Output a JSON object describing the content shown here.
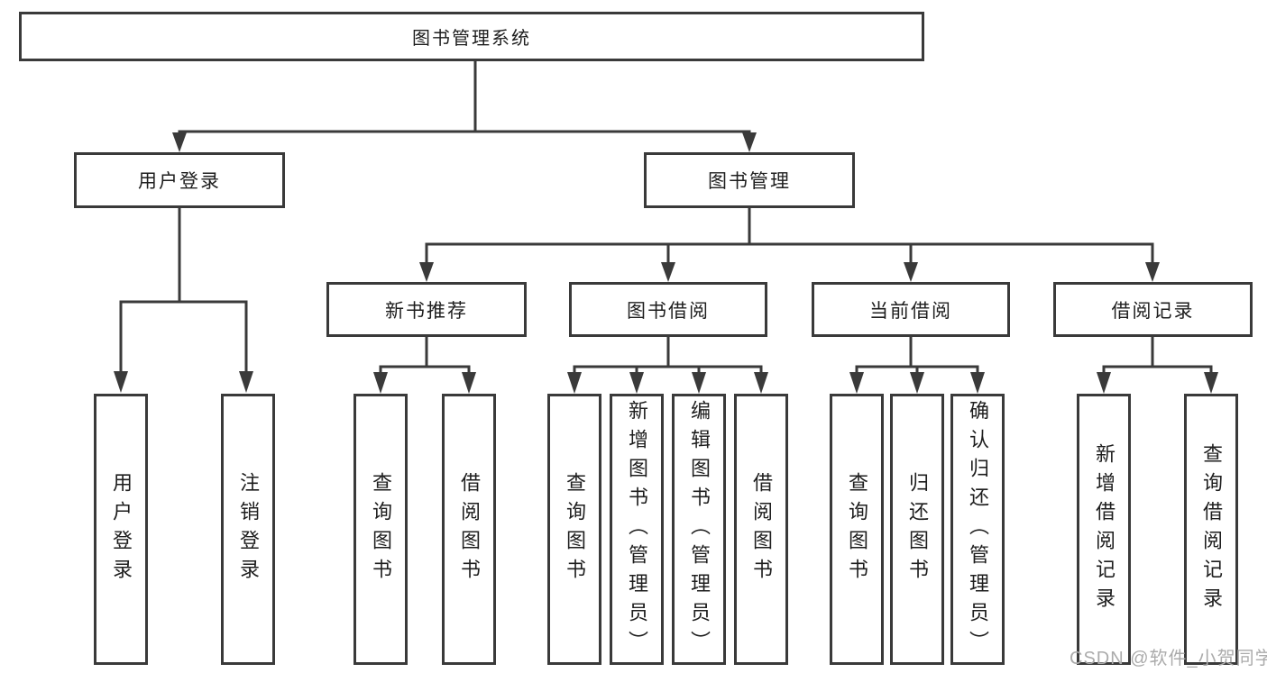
{
  "diagram": {
    "title": "图书管理系统",
    "root": {
      "label": "图书管理系统"
    },
    "level2": [
      {
        "label": "用户登录"
      },
      {
        "label": "图书管理"
      }
    ],
    "level3": [
      {
        "label": "新书推荐"
      },
      {
        "label": "图书借阅"
      },
      {
        "label": "当前借阅"
      },
      {
        "label": "借阅记录"
      }
    ],
    "leaves": [
      {
        "label": "用户登录"
      },
      {
        "label": "注销登录"
      },
      {
        "label": "查询图书"
      },
      {
        "label": "借阅图书"
      },
      {
        "label": "查询图书"
      },
      {
        "label": "新增图书（管理员）"
      },
      {
        "label": "编辑图书（管理员）"
      },
      {
        "label": "借阅图书"
      },
      {
        "label": "查询图书"
      },
      {
        "label": "归还图书"
      },
      {
        "label": "确认归还（管理员）"
      },
      {
        "label": "新增借阅记录"
      },
      {
        "label": "查询借阅记录"
      }
    ]
  },
  "watermark": {
    "text": "CSDN @软件_小贺同学",
    "color": "#ababab"
  },
  "colors": {
    "line": "#3a3a3a",
    "text": "#1e1e1e",
    "background": "#ffffff"
  }
}
